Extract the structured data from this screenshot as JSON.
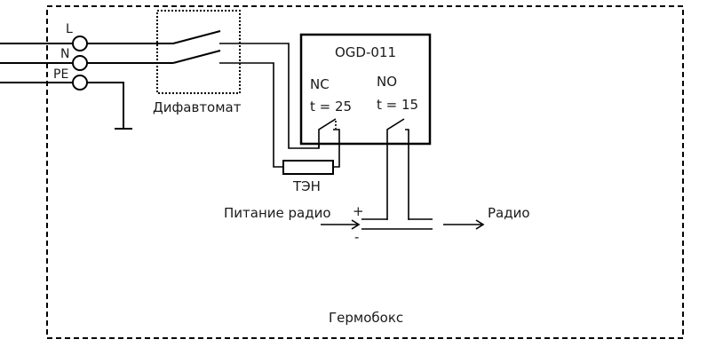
{
  "diagram": {
    "enclosure_label": "Гермобокс",
    "terminals": [
      {
        "id": "L",
        "label": "L"
      },
      {
        "id": "N",
        "label": "N"
      },
      {
        "id": "PE",
        "label": "PE"
      }
    ],
    "breaker_label": "Дифавтомат",
    "controller": {
      "title": "OGD-011",
      "nc_label": "NC",
      "nc_setting": "t = 25",
      "no_label": "NO",
      "no_setting": "t = 15"
    },
    "heater_label": "ТЭН",
    "radio_power_label": "Питание радио",
    "plus_label": "+",
    "minus_label": "-",
    "radio_label": "Радио"
  }
}
